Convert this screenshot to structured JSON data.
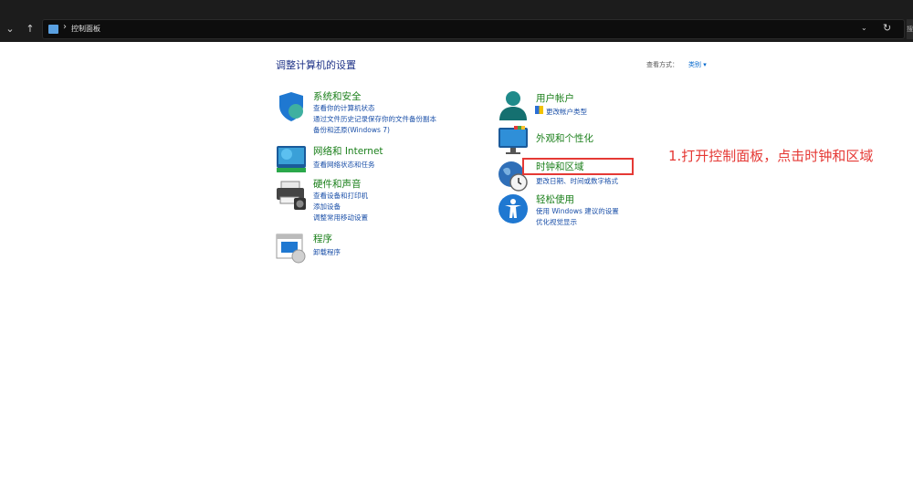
{
  "address_bar": {
    "breadcrumb": "控制面板",
    "separator": "›"
  },
  "search_box": {
    "placeholder_fragment": "搜"
  },
  "header": {
    "title": "调整计算机的设置",
    "view_by_label": "查看方式：",
    "view_by_value": "类别 ▾"
  },
  "categories_left": [
    {
      "title": "系统和安全",
      "icon": "shield-icon",
      "links": [
        "查看你的计算机状态",
        "通过文件历史记录保存你的文件备份副本",
        "备份和还原(Windows 7)"
      ]
    },
    {
      "title": "网络和 Internet",
      "icon": "network-icon",
      "links": [
        "查看网络状态和任务"
      ]
    },
    {
      "title": "硬件和声音",
      "icon": "printer-icon",
      "links": [
        "查看设备和打印机",
        "添加设备",
        "调整常用移动设置"
      ]
    },
    {
      "title": "程序",
      "icon": "programs-icon",
      "links": [
        "卸载程序"
      ]
    }
  ],
  "categories_right": [
    {
      "title": "用户帐户",
      "icon": "user-icon",
      "links": [
        "更改帐户类型"
      ]
    },
    {
      "title": "外观和个性化",
      "icon": "monitor-icon",
      "links": []
    },
    {
      "title": "时钟和区域",
      "icon": "clock-icon",
      "links": [
        "更改日期、时间或数字格式"
      ]
    },
    {
      "title": "轻松使用",
      "icon": "accessibility-icon",
      "links": [
        "使用 Windows 建议的设置",
        "优化视觉显示"
      ]
    }
  ],
  "annotation": {
    "text": "1.打开控制面板，点击时钟和区域",
    "color": "#e53935"
  },
  "colors": {
    "title_blue": "#1e3287",
    "category_green": "#1a7f1a",
    "link_blue": "#1a4fa8",
    "toolbar": "#1c1c1c"
  }
}
